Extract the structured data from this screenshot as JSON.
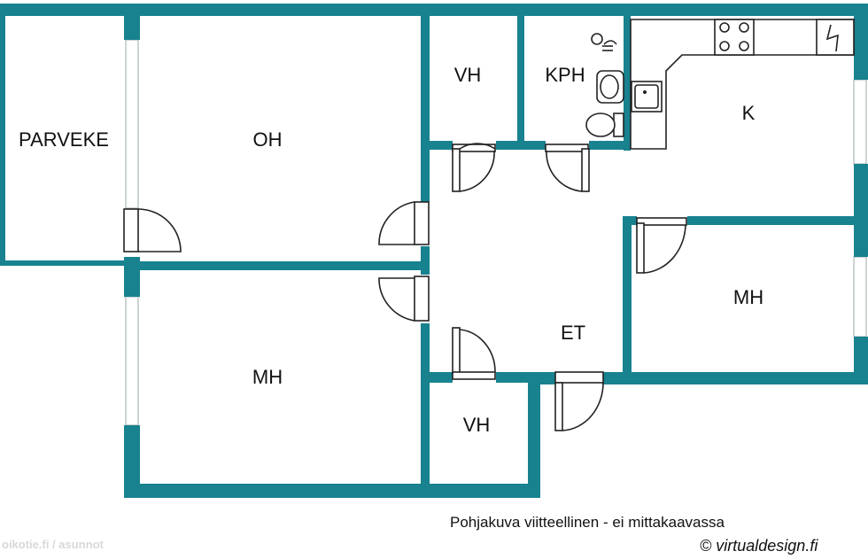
{
  "colors": {
    "wall": "#18828f",
    "background": "#ffffff",
    "text": "#111111"
  },
  "rooms": {
    "parveke": "PARVEKE",
    "oh": "OH",
    "vh_top": "VH",
    "kph": "KPH",
    "k": "K",
    "mh_right": "MH",
    "et": "ET",
    "mh_left": "MH",
    "vh_bottom": "VH"
  },
  "footer": {
    "note": "Pohjakuva viitteellinen - ei mittakaavassa",
    "copyright": "© virtualdesign.fi",
    "watermark": "oikotie.fi / asunnot"
  },
  "icons": {
    "stove": "stove-icon",
    "sink": "sink-icon",
    "toilet": "toilet-icon",
    "washbasin": "washbasin-icon",
    "shower": "shower-icon",
    "electric_panel": "lightning-icon"
  }
}
